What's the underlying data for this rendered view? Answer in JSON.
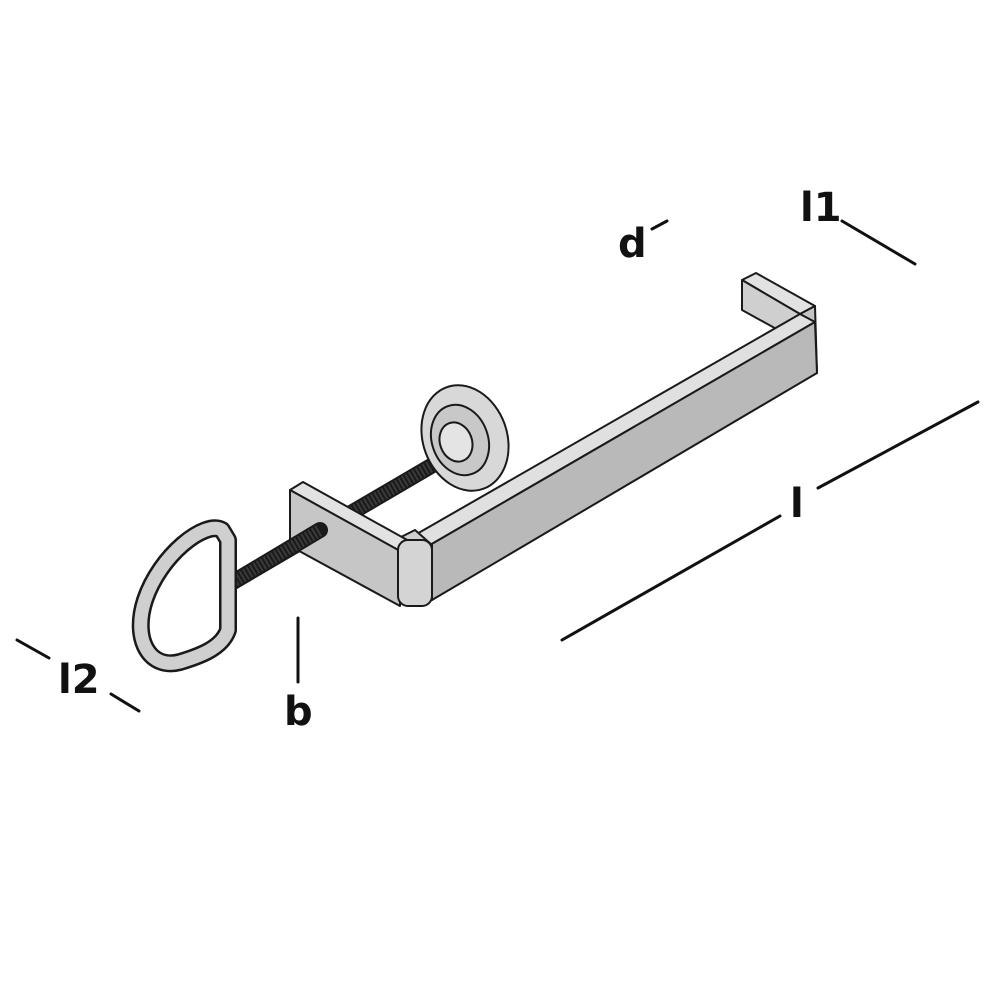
{
  "diagram": {
    "subject": "table clamp with D-ring screw handle",
    "labels": {
      "d": "d",
      "l1": "l1",
      "l": "l",
      "l2": "l2",
      "b": "b"
    },
    "colors": {
      "metal_light": "#d4d4d4",
      "metal_mid": "#bdbdbd",
      "metal_dark": "#a8a8a8",
      "outline": "#1a1a1a",
      "thread": "#1e1e1e"
    }
  }
}
